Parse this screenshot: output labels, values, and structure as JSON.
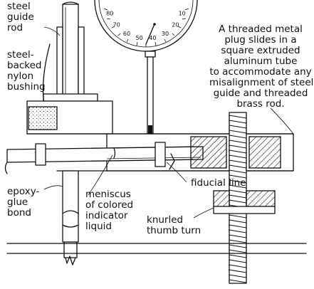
{
  "colors": {
    "ink": "#111111",
    "paper": "#ffffff"
  },
  "labels": {
    "steel_guide_rod": "steel\nguide\nrod",
    "steel_backed_nylon_bushing": "steel-\nbacked\nnylon\nbushing",
    "threaded_plug_note": "A threaded metal\nplug slides in a\nsquare extruded\naluminum tube\nto accommodate any\nmisalignment of steel\nguide and threaded\nbrass rod.",
    "fiducial_line": "fiducial line",
    "epoxy_glue_bond": "epoxy-\nglue\nbond",
    "meniscus_indicator": "meniscus\nof colored\nindicator\nliquid",
    "knurled_thumb_turn": "knurled\nthumb turn"
  },
  "dial": {
    "numbers": [
      "80",
      "70",
      "60",
      "50",
      "40",
      "30",
      "20",
      "10"
    ]
  }
}
